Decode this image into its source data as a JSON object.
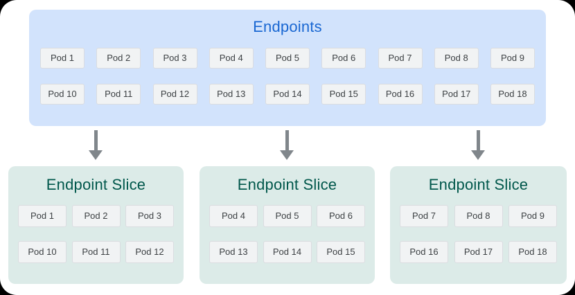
{
  "endpoints": {
    "title": "Endpoints",
    "pods": [
      "Pod 1",
      "Pod 2",
      "Pod 3",
      "Pod 4",
      "Pod 5",
      "Pod 6",
      "Pod 7",
      "Pod 8",
      "Pod 9",
      "Pod 10",
      "Pod 11",
      "Pod 12",
      "Pod 13",
      "Pod 14",
      "Pod 15",
      "Pod 16",
      "Pod 17",
      "Pod 18"
    ]
  },
  "slices": [
    {
      "title": "Endpoint Slice",
      "pods": [
        "Pod 1",
        "Pod 2",
        "Pod 3",
        "Pod 10",
        "Pod 11",
        "Pod 12"
      ]
    },
    {
      "title": "Endpoint Slice",
      "pods": [
        "Pod 4",
        "Pod 5",
        "Pod 6",
        "Pod 13",
        "Pod 14",
        "Pod 15"
      ]
    },
    {
      "title": "Endpoint Slice",
      "pods": [
        "Pod 7",
        "Pod 8",
        "Pod 9",
        "Pod 16",
        "Pod 17",
        "Pod 18"
      ]
    }
  ],
  "colors": {
    "endpoints_bg": "#d2e3fc",
    "endpoints_title": "#1967d2",
    "slice_bg": "#dcebe8",
    "slice_title": "#00574b",
    "pod_bg": "#f1f3f4",
    "pod_border": "#dadce0",
    "pod_text": "#3c4043",
    "arrow": "#80868b",
    "canvas_bg": "#ffffff"
  }
}
